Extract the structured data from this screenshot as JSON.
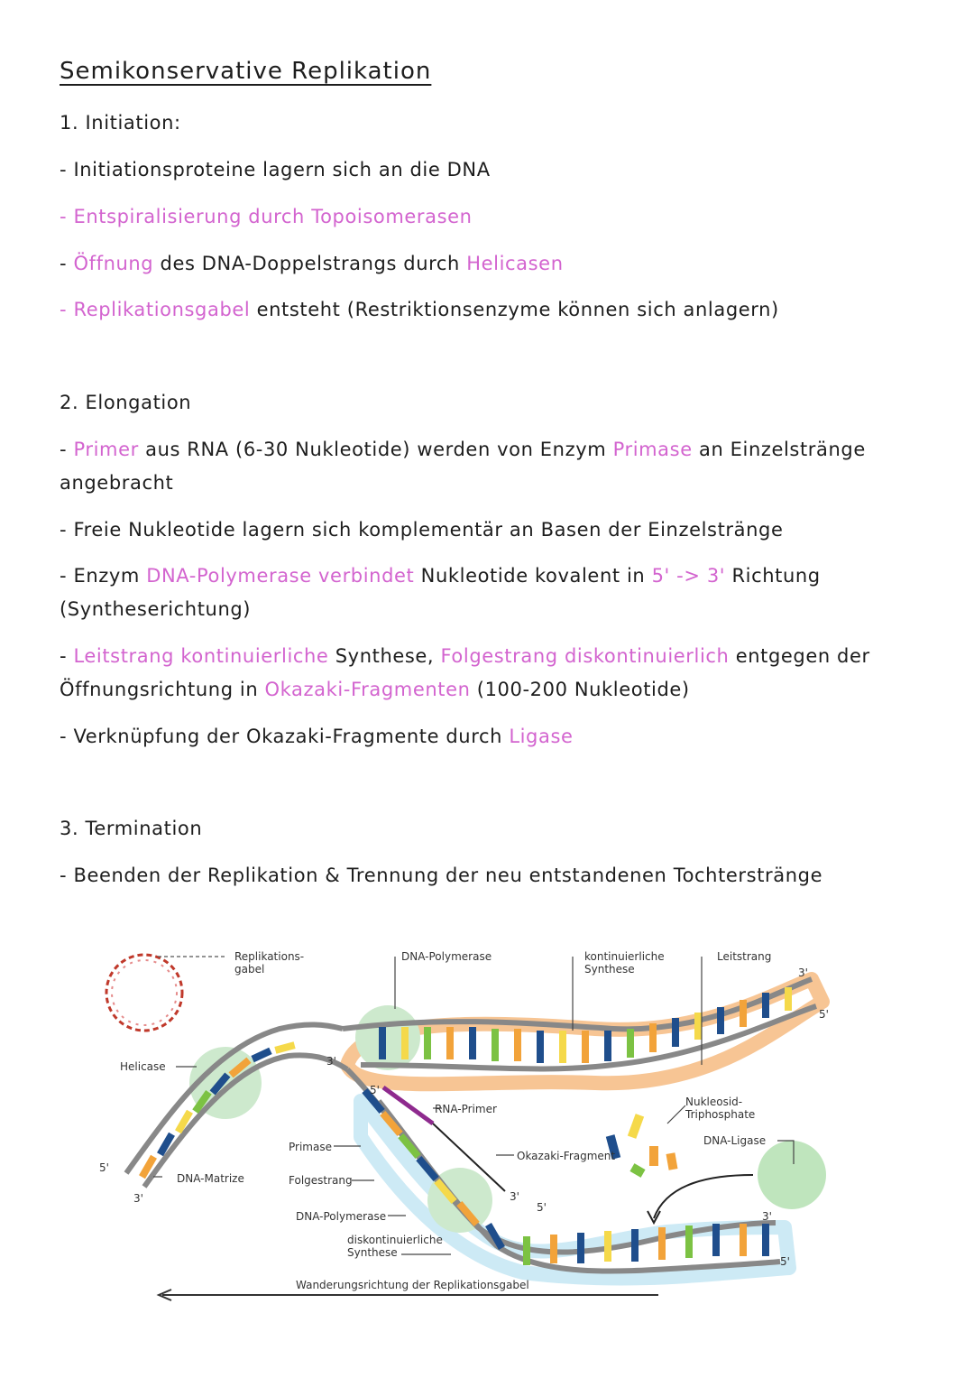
{
  "title": "Semikonservative Replikation",
  "initiation": {
    "heading": "1. Initiation:",
    "l1": "- Initiationsproteine lagern sich an die DNA",
    "l2": "- Entspiralisierung durch Topoisomerasen",
    "l3a": "- ",
    "l3b": "Öffnung",
    "l3c": " des DNA-Doppelstrangs durch ",
    "l3d": "Helicasen",
    "l4a": "- Replikationsgabel",
    "l4b": " entsteht (Restriktionsenzyme können sich anlagern)"
  },
  "elongation": {
    "heading": "2. Elongation",
    "l1a": "- ",
    "l1b": "Primer",
    "l1c": " aus RNA (6-30 Nukleotide) werden von Enzym ",
    "l1d": "Primase",
    "l1e": " an Einzelstränge",
    "l1f": "angebracht",
    "l2": "- Freie Nukleotide lagern sich komplementär an Basen der Einzelstränge",
    "l3a": "- Enzym ",
    "l3b": "DNA-Polymerase verbindet",
    "l3c": " Nukleotide kovalent in ",
    "l3d": "5' -> 3'",
    "l3e": " Richtung",
    "l3f": "(Syntheserichtung)",
    "l4a": "- ",
    "l4b": "Leitstrang kontinuierliche",
    "l4c": " Synthese, ",
    "l4d": "Folgestrang diskontinuierlich",
    "l4e": " entgegen der",
    "l4f": "Öffnungsrichtung in ",
    "l4g": "Okazaki-Fragmenten",
    "l4h": " (100-200 Nukleotide)",
    "l5a": "- Verknüpfung der Okazaki-Fragmente durch ",
    "l5b": "Ligase"
  },
  "termination": {
    "heading": "3. Termination",
    "l1": "- Beenden der Replikation & Trennung der neu entstandenen Tochterstränge"
  },
  "diagram": {
    "replikationsgabel_1": "Replikations-",
    "replikationsgabel_2": "gabel",
    "dna_polymerase_top": "DNA-Polymerase",
    "kontinuierliche_1": "kontinuierliche",
    "kontinuierliche_2": "Synthese",
    "leitstrang": "Leitstrang",
    "helicase": "Helicase",
    "rna_primer": "RNA-Primer",
    "nukleosid_1": "Nukleosid-",
    "nukleosid_2": "Triphosphate",
    "dna_ligase": "DNA-Ligase",
    "primase": "Primase",
    "okazaki": "Okazaki-Fragment",
    "dna_matrize": "DNA-Matrize",
    "folgestrang": "Folgestrang",
    "dna_polymerase_bottom": "DNA-Polymerase",
    "diskontinuierliche_1": "diskontinuierliche",
    "diskontinuierliche_2": "Synthese",
    "wanderungsrichtung": "Wanderungsrichtung der Replikationsgabel",
    "end_5": "5'",
    "end_3": "3'"
  }
}
